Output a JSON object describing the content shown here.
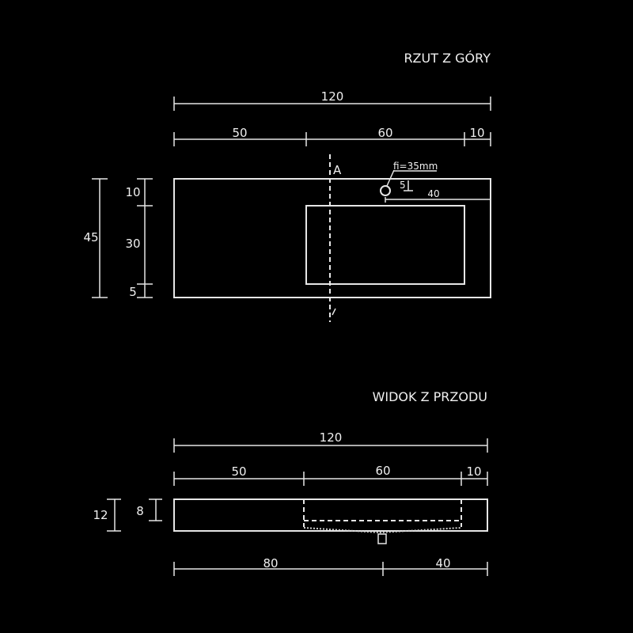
{
  "top_view": {
    "title": "RZUT Z GÓRY",
    "overall_width": "120",
    "width_left": "50",
    "width_basin": "60",
    "width_right": "10",
    "overall_depth": "45",
    "depth_back": "10",
    "depth_basin": "30",
    "depth_front": "5",
    "section_label": "A",
    "hole_label": "fi=35mm",
    "hole_offset_y": "5",
    "hole_offset_x": "40"
  },
  "front_view": {
    "title": "WIDOK Z PRZODU",
    "overall_width": "120",
    "width_left": "50",
    "width_basin": "60",
    "width_right": "10",
    "total_height": "12",
    "basin_depth": "8",
    "bottom_left": "80",
    "bottom_right": "40"
  },
  "colors": {
    "background": "#000000",
    "lines": "#e6e6e6"
  }
}
